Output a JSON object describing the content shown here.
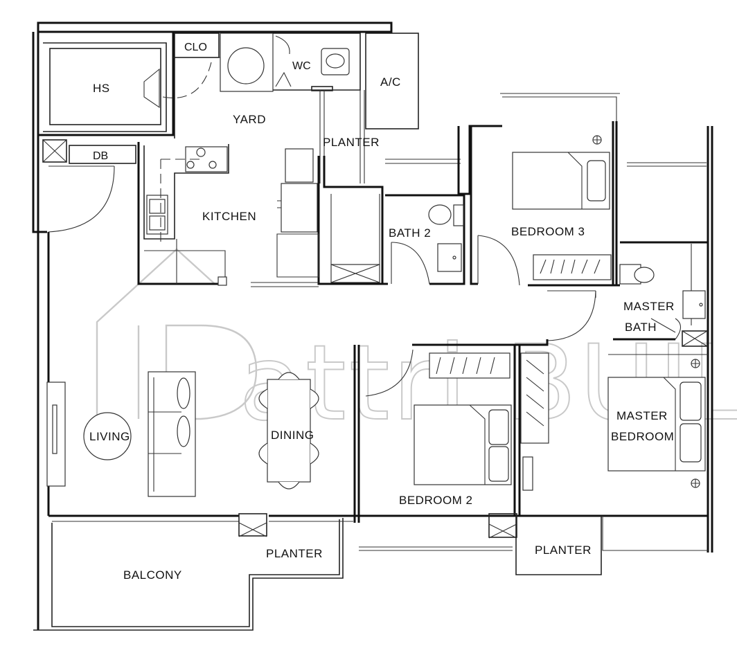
{
  "rooms": {
    "hs": "HS",
    "clo": "CLO",
    "wc": "WC",
    "ac": "A/C",
    "yard": "YARD",
    "planter_top": "PLANTER",
    "db": "DB",
    "kitchen": "KITCHEN",
    "bath2": "BATH 2",
    "bedroom3": "BEDROOM 3",
    "master_bath_line1": "MASTER",
    "master_bath_line2": "BATH",
    "living": "LIVING",
    "dining": "DINING",
    "bedroom2": "BEDROOM 2",
    "master_bedroom_line1": "MASTER",
    "master_bedroom_line2": "BEDROOM",
    "balcony": "BALCONY",
    "planter_bottom_left": "PLANTER",
    "planter_bottom_right": "PLANTER"
  },
  "watermark": {
    "text": "attri.BUILD"
  },
  "colors": {
    "walls": "#111111",
    "watermark": "#c9c9c9",
    "background": "#ffffff"
  }
}
